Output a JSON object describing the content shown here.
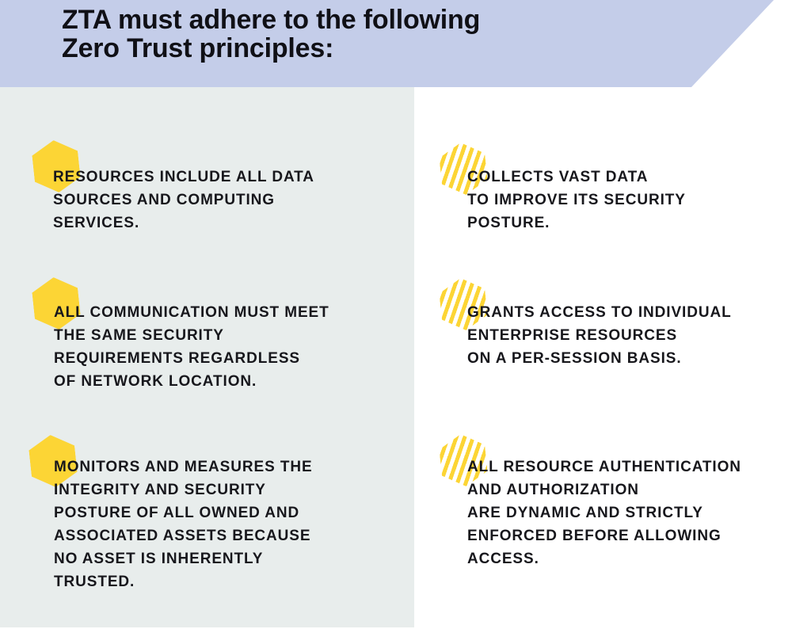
{
  "header": {
    "line1": "ZTA must adhere to the following",
    "line2": "Zero Trust principles:",
    "bg_color": "#c4cde9",
    "text_color": "#101016"
  },
  "panel": {
    "bg_color": "#e8edec"
  },
  "accent": {
    "yellow": "#fcd535",
    "body_text_color": "#17171c"
  },
  "columns": {
    "left": {
      "icon": "solid-hexagon-icon",
      "items": [
        {
          "lines": [
            "RESOURCES INCLUDE ALL DATA",
            "SOURCES AND COMPUTING",
            "SERVICES."
          ]
        },
        {
          "lines": [
            "ALL COMMUNICATION MUST MEET",
            "THE SAME SECURITY",
            "REQUIREMENTS REGARDLESS",
            "OF NETWORK LOCATION."
          ]
        },
        {
          "lines": [
            "MONITORS AND MEASURES THE",
            "INTEGRITY AND SECURITY",
            "POSTURE OF ALL OWNED AND",
            "ASSOCIATED ASSETS BECAUSE",
            "NO ASSET IS INHERENTLY",
            "TRUSTED."
          ]
        }
      ]
    },
    "right": {
      "icon": "striped-hexagon-icon",
      "items": [
        {
          "lines": [
            "COLLECTS VAST DATA",
            "TO IMPROVE ITS SECURITY",
            "POSTURE."
          ]
        },
        {
          "lines": [
            "GRANTS ACCESS TO INDIVIDUAL",
            "ENTERPRISE RESOURCES",
            "ON A PER-SESSION BASIS."
          ]
        },
        {
          "lines": [
            "ALL RESOURCE AUTHENTICATION",
            "AND AUTHORIZATION",
            "ARE DYNAMIC AND STRICTLY",
            "ENFORCED BEFORE ALLOWING",
            "ACCESS."
          ]
        }
      ]
    }
  }
}
